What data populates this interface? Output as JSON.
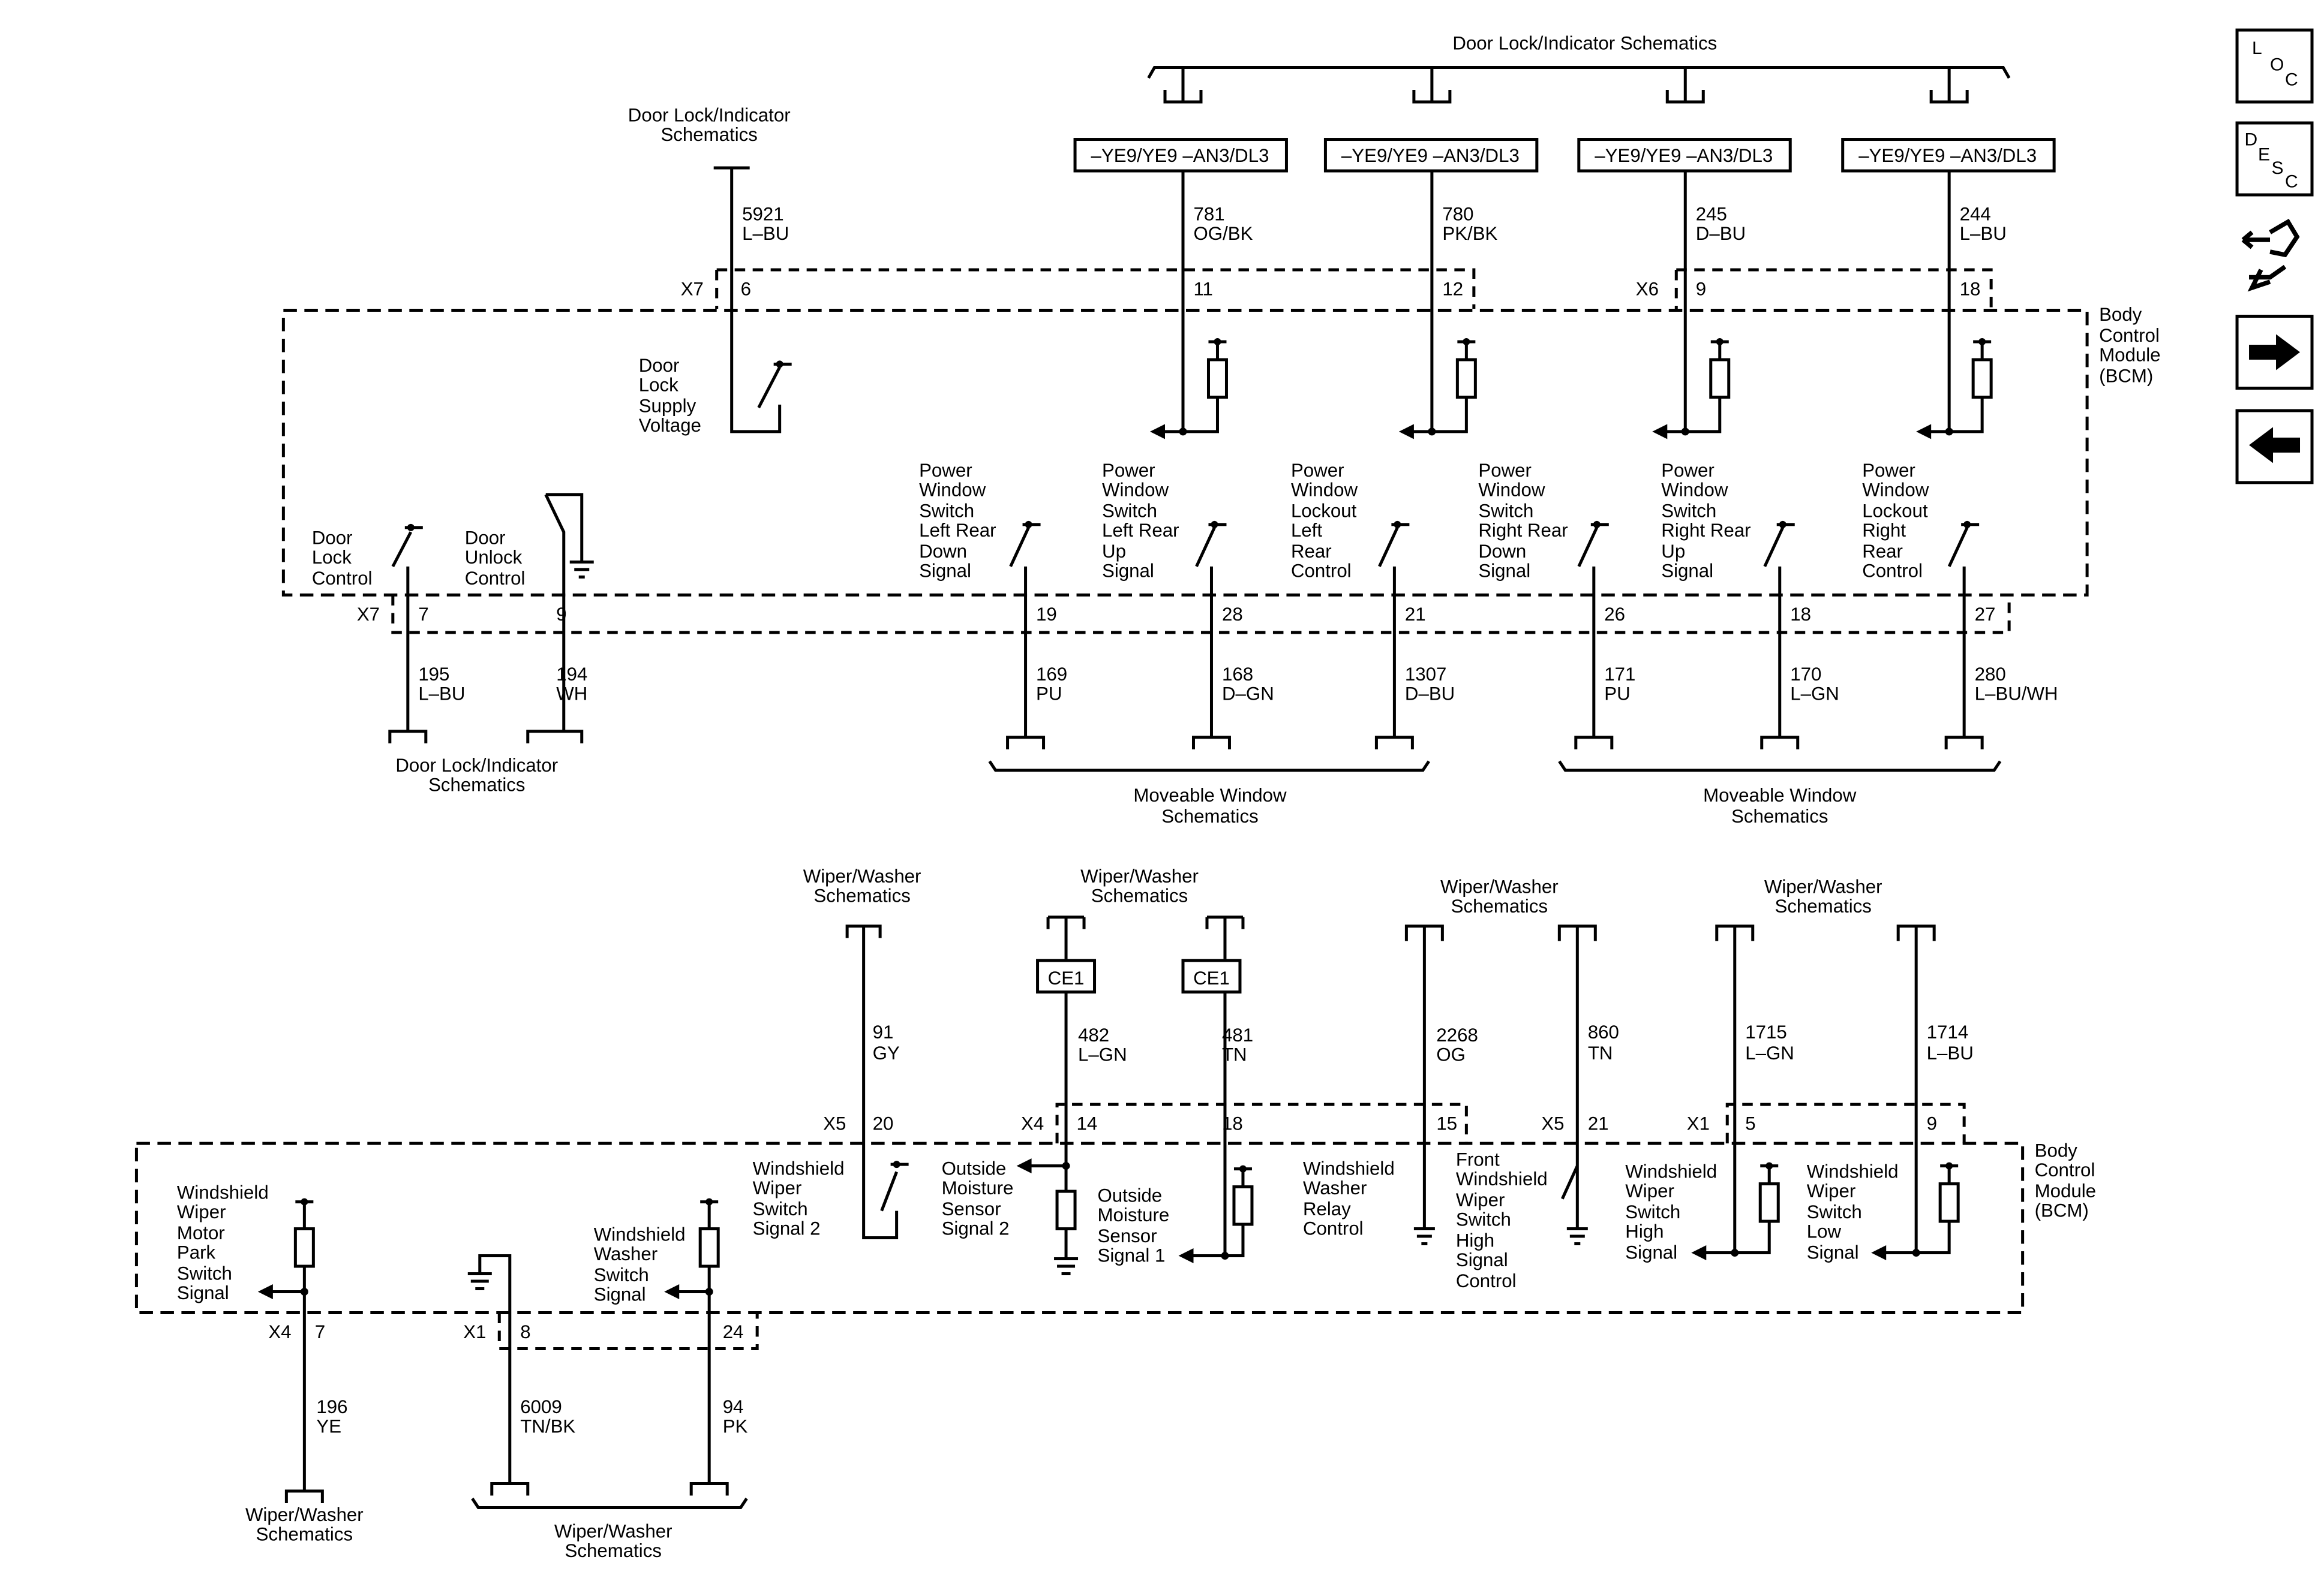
{
  "nav": {
    "loc": [
      "L",
      "O",
      "C"
    ],
    "desc": [
      "D",
      "E",
      "S",
      "C"
    ]
  },
  "labels": {
    "door_lock_schem": "Door Lock/Indicator Schematics",
    "door_lock_schem_l1": "Door Lock/Indicator",
    "schematics": "Schematics",
    "bcm": [
      "Body",
      "Control",
      "Module",
      "(BCM)"
    ],
    "moveable_window_l1": "Moveable Window",
    "wiper_washer_l1": "Wiper/Washer",
    "option_code": "–YE9/YE9 –AN3/DL3",
    "ce1": "CE1"
  },
  "upper": {
    "connectors": {
      "x7": "X7",
      "x6": "X6"
    },
    "supply": {
      "circuit": "5921",
      "color": "L–BU",
      "pin": "6",
      "label": [
        "Door",
        "Lock",
        "Supply",
        "Voltage"
      ]
    },
    "top_circuits": [
      {
        "circuit": "781",
        "color": "OG/BK",
        "pin": "11"
      },
      {
        "circuit": "780",
        "color": "PK/BK",
        "pin": "12"
      },
      {
        "circuit": "245",
        "color": "D–BU",
        "pin": "9"
      },
      {
        "circuit": "244",
        "color": "L–BU",
        "pin": "18"
      }
    ],
    "door_lock": {
      "label": [
        "Door",
        "Lock",
        "Control"
      ],
      "pin": "7",
      "circuit": "195",
      "color": "L–BU"
    },
    "door_unlock": {
      "label": [
        "Door",
        "Unlock",
        "Control"
      ],
      "pin": "9",
      "circuit": "194",
      "color": "WH"
    },
    "windows": [
      {
        "label": [
          "Power",
          "Window",
          "Switch",
          "Left Rear",
          "Down",
          "Signal"
        ],
        "pin": "19",
        "circuit": "169",
        "color": "PU"
      },
      {
        "label": [
          "Power",
          "Window",
          "Switch",
          "Left Rear",
          "Up",
          "Signal"
        ],
        "pin": "28",
        "circuit": "168",
        "color": "D–GN"
      },
      {
        "label": [
          "Power",
          "Window",
          "Lockout",
          "Left",
          "Rear",
          "Control"
        ],
        "pin": "21",
        "circuit": "1307",
        "color": "D–BU"
      },
      {
        "label": [
          "Power",
          "Window",
          "Switch",
          "Right Rear",
          "Down",
          "Signal"
        ],
        "pin": "26",
        "circuit": "171",
        "color": "PU"
      },
      {
        "label": [
          "Power",
          "Window",
          "Switch",
          "Right Rear",
          "Up",
          "Signal"
        ],
        "pin": "18",
        "circuit": "170",
        "color": "L–GN"
      },
      {
        "label": [
          "Power",
          "Window",
          "Lockout",
          "Right",
          "Rear",
          "Control"
        ],
        "pin": "27",
        "circuit": "280",
        "color": "L–BU/WH"
      }
    ]
  },
  "lower": {
    "connectors": {
      "x5": "X5",
      "x4": "X4",
      "x1": "X1"
    },
    "wiper_sw2": {
      "circuit": "91",
      "color": "GY",
      "pin": "20",
      "label": [
        "Windshield",
        "Wiper",
        "Switch",
        "Signal 2"
      ]
    },
    "moist2": {
      "circuit": "482",
      "color": "L–GN",
      "pin": "14",
      "label": [
        "Outside",
        "Moisture",
        "Sensor",
        "Signal 2"
      ]
    },
    "moist1": {
      "circuit": "481",
      "color": "TN",
      "pin": "18",
      "label": [
        "Outside",
        "Moisture",
        "Sensor",
        "Signal 1"
      ]
    },
    "washer_relay": {
      "circuit": "2268",
      "color": "OG",
      "pin": "15",
      "label": [
        "Windshield",
        "Washer",
        "Relay",
        "Control"
      ]
    },
    "front_high": {
      "circuit": "860",
      "color": "TN",
      "pin": "21",
      "label": [
        "Front",
        "Windshield",
        "Wiper",
        "Switch",
        "High",
        "Signal",
        "Control"
      ]
    },
    "wiper_high": {
      "circuit": "1715",
      "color": "L–GN",
      "pin": "5",
      "label": [
        "Windshield",
        "Wiper",
        "Switch",
        "High",
        "Signal"
      ]
    },
    "wiper_low": {
      "circuit": "1714",
      "color": "L–BU",
      "pin": "9",
      "label": [
        "Windshield",
        "Wiper",
        "Switch",
        "Low",
        "Signal"
      ]
    },
    "motor_park": {
      "circuit": "196",
      "color": "YE",
      "pin": "7",
      "label": [
        "Windshield",
        "Wiper",
        "Motor",
        "Park",
        "Switch",
        "Signal"
      ]
    },
    "ground_6009": {
      "circuit": "6009",
      "color": "TN/BK",
      "pin": "8"
    },
    "washer_sw": {
      "circuit": "94",
      "color": "PK",
      "pin": "24",
      "label": [
        "Windshield",
        "Washer",
        "Switch",
        "Signal"
      ]
    }
  }
}
